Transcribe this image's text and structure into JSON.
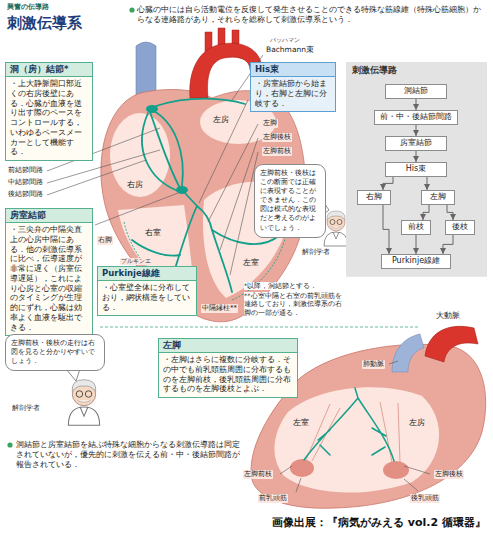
{
  "diagram": {
    "title": "刺激伝導系",
    "caption": "画像出展：『病気がみえる vol.2 循環器』",
    "nodes": [
      {
        "text": [
          "洞（房）結節*",
          "・上大静脈開口部近くの右房後壁にある．心臓が血液を送り出す際のペースをコントロールする，いわゆるペースメーカーとして機能する．"
        ]
      },
      {
        "text": [
          "His束",
          "・房室結節から始まり，右脚と左脚に分岐する．"
        ]
      },
      {
        "text": [
          "刺激伝導路"
        ]
      },
      {
        "text": [
          "洞結節"
        ],
        "in": 2
      },
      {
        "text": [
          "前・中・後結節間路"
        ],
        "in": 2
      },
      {
        "text": [
          "房室結節"
        ],
        "in": 2
      },
      {
        "text": [
          "His束"
        ],
        "in": 2
      },
      {
        "text": [
          "右脚"
        ],
        "in": 2
      },
      {
        "text": [
          "左脚"
        ],
        "in": 2
      },
      {
        "text": [
          "前枝"
        ],
        "in": 2
      },
      {
        "text": [
          "後枝"
        ],
        "in": 2
      },
      {
        "text": [
          "Purkinje線維"
        ],
        "in": 2
      },
      {
        "text": [
          "房室結節",
          "・三尖弁の中隔尖直上の心房中隔にある．他の刺激伝導系に比べ，伝導速度が非常に遅く（房室伝導遅延），これにより心房と心室の収縮のタイミングが生理的にずれ，心臓は効率よく血液を駆出できる．"
        ]
      },
      {
        "text": [
          "左脚前枝・後枝はこの断面では正確に表現することができません．この図は模式的な表現だと考えるのがよいでしょう．"
        ]
      },
      {
        "text": [
          "Purkinje線維",
          "・心室壁全体に分布しており，網状構造をしている．"
        ]
      },
      {
        "text": [
          "左脚前枝・後枝の走行は右図を見ると分かりやすいでしょう．"
        ]
      },
      {
        "text": [
          "左脚",
          "・左脚はさらに複数に分岐する．その中でも前乳頭筋周囲に分布するものを左脚前枝，後乳頭筋周囲に分布するものを左脚後枝とよぶ．"
        ]
      }
    ],
    "edges": [
      {
        "from": 3,
        "to": 4,
        "arrow": "to"
      },
      {
        "from": 4,
        "to": 5,
        "arrow": "to"
      },
      {
        "from": 5,
        "to": 6,
        "arrow": "to"
      },
      {
        "from": 6,
        "to": 7,
        "arrow": "to"
      },
      {
        "from": 6,
        "to": 8,
        "arrow": "to"
      },
      {
        "from": 8,
        "to": 9,
        "arrow": "to"
      },
      {
        "from": 8,
        "to": 10,
        "arrow": "to"
      },
      {
        "from": 7,
        "to": 11,
        "arrow": "to"
      },
      {
        "from": 9,
        "to": 11,
        "arrow": "to"
      },
      {
        "from": 10,
        "to": 11,
        "arrow": "to"
      }
    ],
    "labels": [
      "興奮の伝導路",
      "心臓の中には自ら活動電位を反復して発生させることのできる特殊な筋線維（特殊心筋細胞）からなる連絡路があり，それらを総称して刺激伝導系という．",
      "前結節間路",
      "中結節間路",
      "後結節間路",
      "バッハマン",
      "Bachmann束",
      "左房",
      "左脚",
      "左脚後枝",
      "左脚前枝",
      "右房",
      "右室",
      "左室",
      "右脚",
      "解剖学者",
      "プルキンエ",
      "中隔縁柱**",
      "*以降，洞結節とする．",
      "**心室中隔と右室の前乳頭筋を連絡しており，刺激伝導系の右脚の一部が通る．",
      "解剖学者",
      "大動脈",
      "肺動脈",
      "左室",
      "左房",
      "左脚前枝",
      "左脚後枝",
      "前乳頭筋",
      "後乳頭筋",
      "洞結節と房室結節を結ぶ特殊な細胞からなる刺激伝導路は同定されていないが，優先的に刺激を伝える前・中・後結節間路が報告されている．"
    ]
  }
}
